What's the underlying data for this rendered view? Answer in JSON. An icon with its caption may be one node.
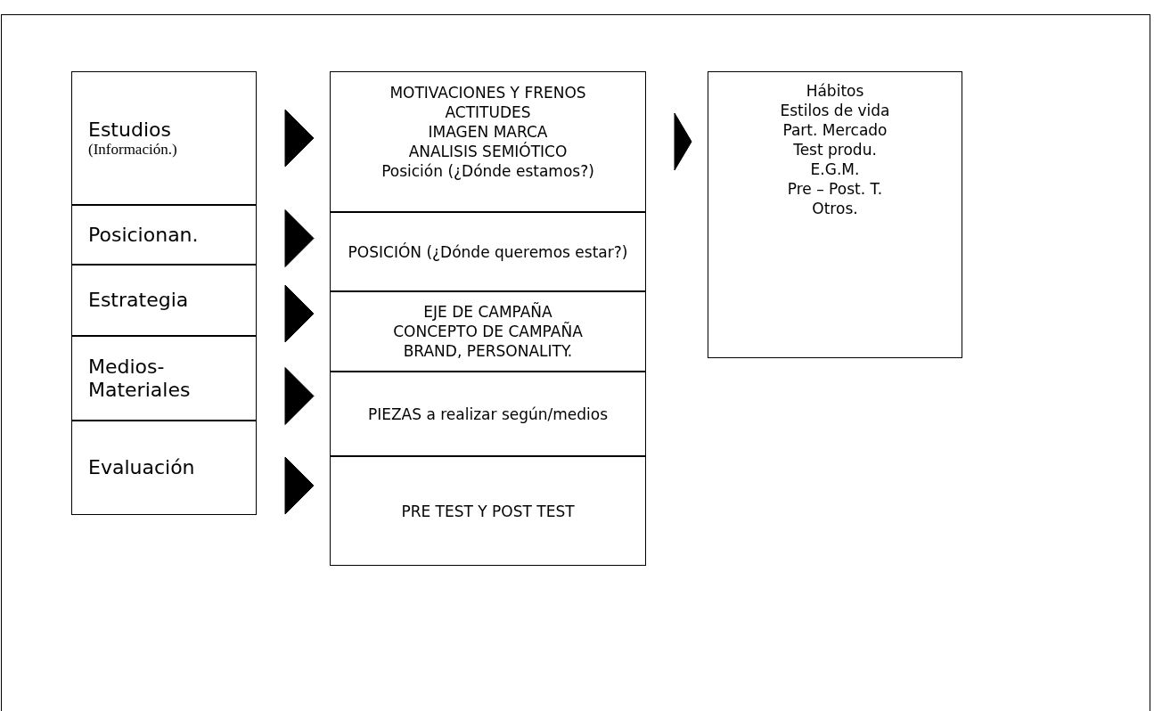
{
  "diagram": {
    "nodes": [
      {
        "text": [
          "Estudios",
          "(Información.)"
        ]
      },
      {
        "text": [
          "Posicionan."
        ]
      },
      {
        "text": [
          "Estrategia"
        ]
      },
      {
        "text": [
          "Medios- Materiales"
        ]
      },
      {
        "text": [
          "Evaluación"
        ]
      },
      {
        "text": [
          "MOTIVACIONES Y FRENOS",
          "ACTITUDES",
          "IMAGEN MARCA",
          "ANALISIS SEMIÓTICO",
          "Posición (¿Dónde estamos?)"
        ]
      },
      {
        "text": [
          "POSICIÓN (¿Dónde queremos estar?)"
        ]
      },
      {
        "text": [
          "EJE DE CAMPAÑA",
          "CONCEPTO DE CAMPAÑA",
          "BRAND, PERSONALITY."
        ]
      },
      {
        "text": [
          "PIEZAS a realizar según/medios"
        ]
      },
      {
        "text": [
          "PRE TEST Y POST TEST"
        ]
      },
      {
        "text": [
          "Hábitos",
          "Estilos de vida",
          "Part. Mercado",
          "Test produ.",
          "E.G.M.",
          "Pre – Post. T.",
          "Otros."
        ]
      }
    ],
    "edges": [
      {
        "from": 0,
        "to": 5,
        "arrow": "to"
      },
      {
        "from": 1,
        "to": 6,
        "arrow": "to"
      },
      {
        "from": 2,
        "to": 7,
        "arrow": "to"
      },
      {
        "from": 3,
        "to": 8,
        "arrow": "to"
      },
      {
        "from": 4,
        "to": 9,
        "arrow": "to"
      },
      {
        "from": 5,
        "to": 10,
        "arrow": "to"
      }
    ]
  }
}
